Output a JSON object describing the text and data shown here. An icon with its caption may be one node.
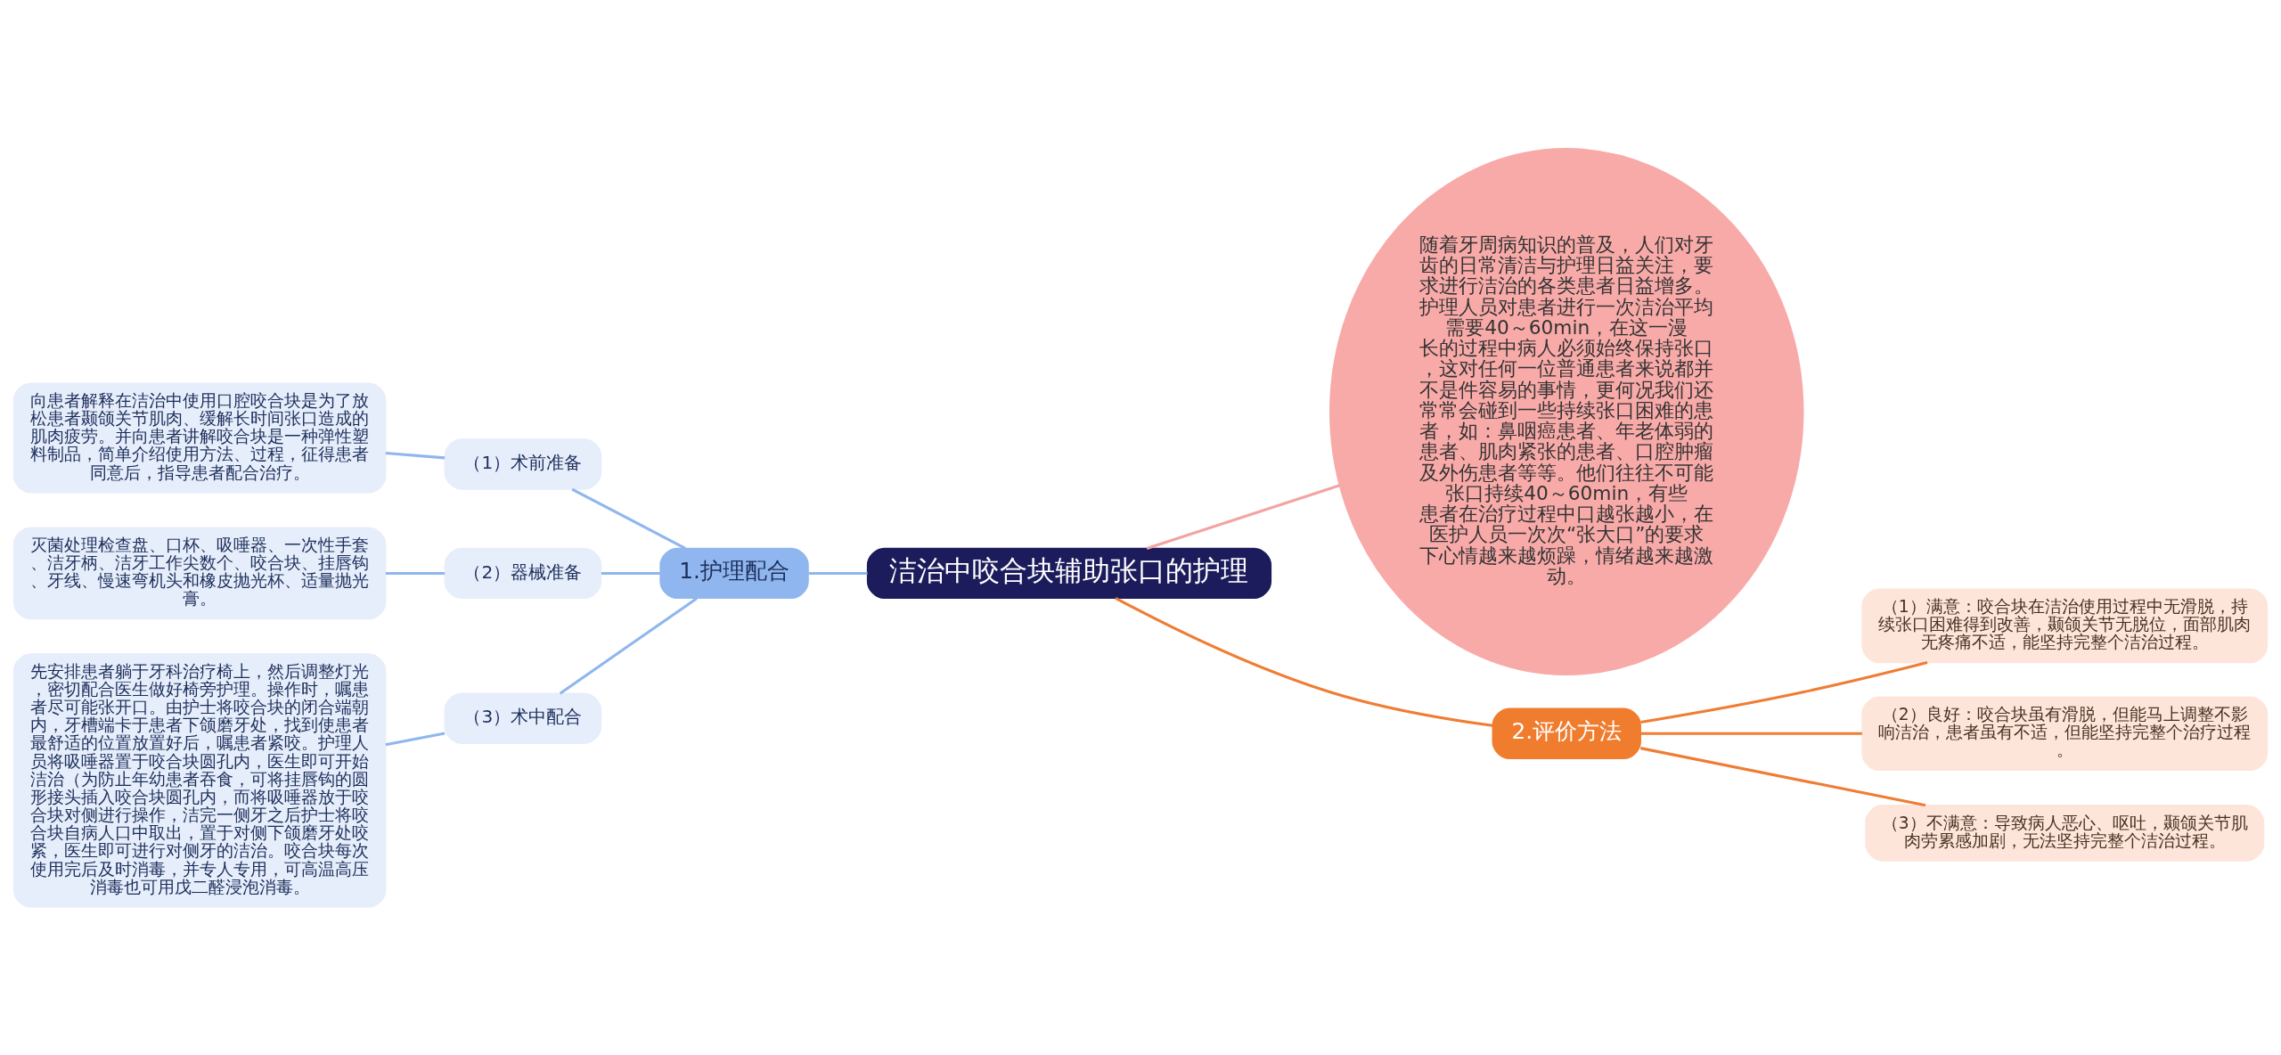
{
  "diagram": {
    "nodes": [
      {
        "text": [
          "洁治中咬合块辅助张口的护理"
        ]
      },
      {
        "text": [
          "1.护理配合"
        ]
      },
      {
        "text": [
          "（1）术前准备"
        ]
      },
      {
        "text": [
          "向患者解释在洁治中使用口腔咬合块是为了放松患者颞颌关节肌肉、缓解长时间张口造成的肌肉疲劳。并向患者讲解咬合块是一种弹性塑料制品，简单介绍使用方法、过程，征得患者同意后，指导患者配合治疗。"
        ]
      },
      {
        "text": [
          "（2）器械准备"
        ]
      },
      {
        "text": [
          "灭菌处理检查盘、口杯、吸唾器、一次性手套、洁牙柄、洁牙工作尖数个、咬合块、挂唇钩、牙线、慢速弯机头和橡皮抛光杯、适量抛光膏。"
        ]
      },
      {
        "text": [
          "（3）术中配合"
        ]
      },
      {
        "text": [
          "先安排患者躺于牙科治疗椅上，然后调整灯光，密切配合医生做好椅旁护理。操作时，嘱患者尽可能张开口。由护士将咬合块的闭合端朝内，牙槽端卡于患者下颌磨牙处，找到使患者最舒适的位置放置好后，嘱患者紧咬。护理人员将吸唾器置于咬合块圆孔内，医生即可开始洁治（为防止年幼患者吞食，可将挂唇钩的圆形接头插入咬合块圆孔内，而将吸唾器放于咬合块对侧进行操作，洁完一侧牙之后护士将咬合块自病人口中取出，置于对侧下颌磨牙处咬紧，医生即可进行对侧牙的洁治。咬合块每次使用完后及时消毒，并专人专用，可高温高压消毒也可用戊二醛浸泡消毒。"
        ]
      },
      {
        "text": [
          "随着牙周病知识的普及，人们对牙齿的日常清洁与护理日益关注，要求进行洁治的各类患者日益增多。护理人员对患者进行一次洁治平均需要40～60min，在这一漫长的过程中病人必须始终保持张口，这对任何一位普通患者来说都并不是件容易的事情，更何况我们还常常会碰到一些持续张口困难的患者，如：鼻咽癌患者、年老体弱的患者、肌肉紧张的患者、口腔肿瘤及外伤患者等等。他们往往不可能张口持续40～60min，有些患者在治疗过程中口越张越小，在医护人员一次次“张大口”的要求下心情越来越烦躁，情绪越来越激动。"
        ]
      },
      {
        "text": [
          "2.评价方法"
        ]
      },
      {
        "text": [
          "（1）满意：咬合块在洁治使用过程中无滑脱，持续张口困难得到改善，颞颌关节无脱位，面部肌肉无疼痛不适，能坚持完整个洁治过程。"
        ]
      },
      {
        "text": [
          "（2）良好：咬合块虽有滑脱，但能马上调整不影响洁治，患者虽有不适，但能坚持完整个治疗过程。"
        ]
      },
      {
        "text": [
          "（3）不满意：导致病人恶心、呕吐，颞颌关节肌肉劳累感加剧，无法坚持完整个洁治过程。"
        ]
      }
    ],
    "edges": [
      {
        "from": 3,
        "to": 2,
        "arrow": "none"
      },
      {
        "from": 2,
        "to": 1,
        "arrow": "none"
      },
      {
        "from": 5,
        "to": 4,
        "arrow": "none"
      },
      {
        "from": 4,
        "to": 1,
        "arrow": "none"
      },
      {
        "from": 7,
        "to": 6,
        "arrow": "none"
      },
      {
        "from": 6,
        "to": 1,
        "arrow": "none"
      },
      {
        "from": 1,
        "to": 0,
        "arrow": "none"
      },
      {
        "from": 0,
        "to": 8,
        "arrow": "none",
        "color": "#f4a3a3"
      },
      {
        "from": 0,
        "to": 9,
        "arrow": "none",
        "color": "#ef7d34"
      },
      {
        "from": 9,
        "to": 10,
        "arrow": "none",
        "color": "#ef7d34"
      },
      {
        "from": 9,
        "to": 11,
        "arrow": "none",
        "color": "#ef7d34"
      },
      {
        "from": 9,
        "to": 12,
        "arrow": "none",
        "color": "#ef7d34"
      }
    ]
  }
}
